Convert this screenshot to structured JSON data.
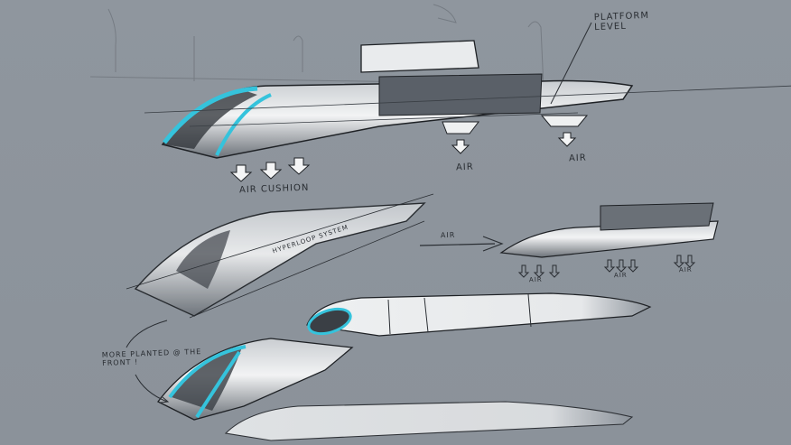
{
  "image": {
    "description": "Concept sketch sheet of Hyperloop pod designs on grey paper",
    "background_color": "#8d949c",
    "accent_color": "#35c3dc",
    "body_color": "#e8eaec",
    "line_color": "#1e2125"
  },
  "annotations": {
    "platform_level": "PLATFORM\nLEVEL",
    "air_cushion": "AIR CUSHION",
    "air_1": "AIR",
    "air_2": "AIR",
    "hyperloop_system": "HYPERLOOP SYSTEM",
    "air_flow": "AIR",
    "air_small_1": "AIR",
    "air_small_2": "AIR",
    "air_small_3": "AIR",
    "more_planted": "MORE PLANTED @ THE\nFRONT !"
  }
}
